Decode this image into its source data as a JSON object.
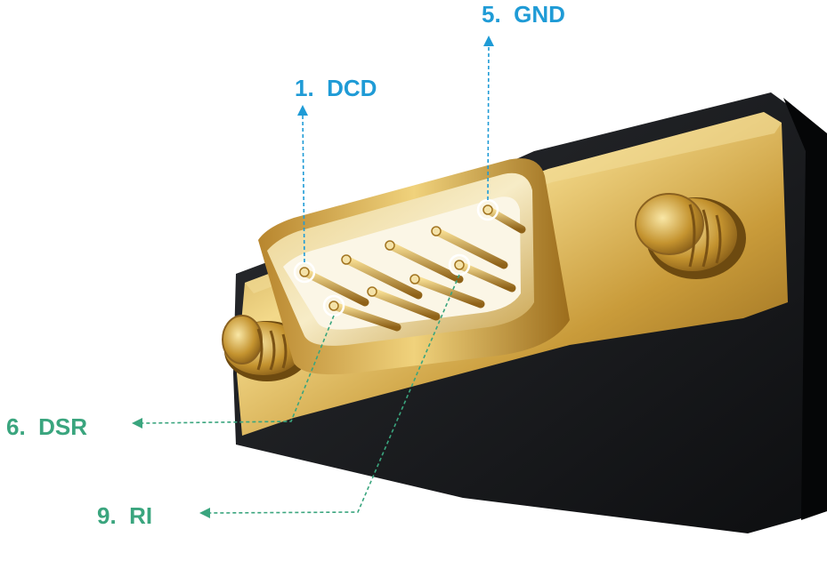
{
  "labels": {
    "pin1": "1.  DCD",
    "pin5": "5.  GND",
    "pin6": "6.  DSR",
    "pin9": "9.  RI"
  },
  "colors": {
    "top_labels": "#1f9bd6",
    "bottom_labels": "#3aa57e",
    "connector_body": "#16181b",
    "gold": "#d8b24c"
  }
}
